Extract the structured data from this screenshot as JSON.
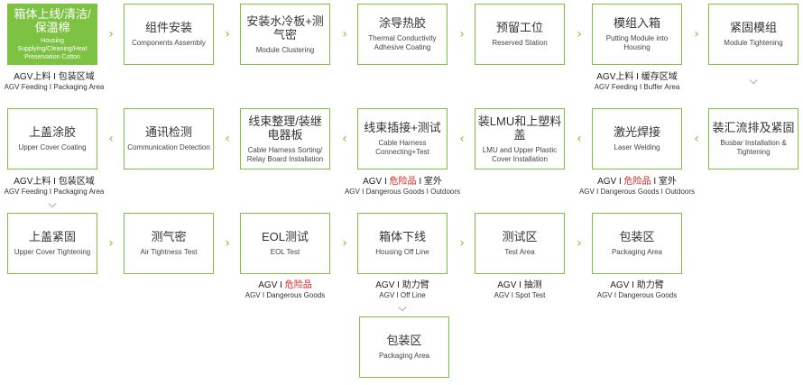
{
  "colors": {
    "accent": "#7dc242",
    "danger": "#e02020"
  },
  "boxes": [
    {
      "zh": "箱体上线/清洁/保温棉",
      "en": "Housing Supplying/Cleaning/Heat Preservation Cotton",
      "active": true
    },
    {
      "zh": "组件安装",
      "en": "Components Assembly"
    },
    {
      "zh": "安装水冷板+测气密",
      "en": "Module Clustering"
    },
    {
      "zh": "涂导热胶",
      "en": "Thermal Conductivity Adhesive Coating"
    },
    {
      "zh": "预留工位",
      "en": "Reserved Station"
    },
    {
      "zh": "模组入箱",
      "en": "Putting Module into Housing"
    },
    {
      "zh": "紧固模组",
      "en": "Module Tightening"
    },
    {
      "zh": "上盖涂胶",
      "en": "Upper Cover Coating"
    },
    {
      "zh": "通讯检测",
      "en": "Communication Detection"
    },
    {
      "zh": "线束整理/装继电器板",
      "en": "Cable Harness Sorting/ Relay Board Installation"
    },
    {
      "zh": "线束插接+测试",
      "en": "Cable Harness Connecting+Test"
    },
    {
      "zh": "装LMU和上塑料盖",
      "en": "LMU and Upper Plastic Cover Installation"
    },
    {
      "zh": "激光焊接",
      "en": "Laser Welding"
    },
    {
      "zh": "装汇流排及紧固",
      "en": "Busbar Installation & Tightening"
    },
    {
      "zh": "上盖紧固",
      "en": "Upper Cover Tightening"
    },
    {
      "zh": "测气密",
      "en": "Air Tightness Test"
    },
    {
      "zh": "EOL测试",
      "en": "EOL Test"
    },
    {
      "zh": "箱体下线",
      "en": "Housing Off Line"
    },
    {
      "zh": "测试区",
      "en": "Test Area"
    },
    {
      "zh": "包装区",
      "en": "Packaging Area"
    },
    {
      "zh": "包装区",
      "en": "Packaging Area"
    }
  ],
  "notes": [
    {
      "l1a": "AGV上料 I 包装区域",
      "red": "",
      "l1b": "",
      "l2": "AGV Feeding I Packaging Area"
    },
    {
      "l1a": "AGV上料 I 缓存区域",
      "red": "",
      "l1b": "",
      "l2": "AGV Feeding I Buffer Area"
    },
    {
      "l1a": "AGV上料 I 包装区域",
      "red": "",
      "l1b": "",
      "l2": "AGV Feeding I Packaging Area"
    },
    {
      "l1a": "AGV I ",
      "red": "危险品",
      "l1b": " I 室外",
      "l2": "AGV I Dangerous Goods I Outdoors"
    },
    {
      "l1a": "AGV I ",
      "red": "危险品",
      "l1b": " I 室外",
      "l2": "AGV I Dangerous Goods I Outdoors"
    },
    {
      "l1a": "AGV I ",
      "red": "危险品",
      "l1b": "",
      "l2": "AGV I Dangerous Goods"
    },
    {
      "l1a": "AGV I 助力臂",
      "red": "",
      "l1b": "",
      "l2": "AGV I Off Line"
    },
    {
      "l1a": "AGV I 抽测",
      "red": "",
      "l1b": "",
      "l2": "AGV I Spot Test"
    },
    {
      "l1a": "AGV I 助力臂",
      "red": "",
      "l1b": "",
      "l2": "AGV I Dangerous Goods"
    }
  ],
  "arrows": {
    "right": "›",
    "left": "‹",
    "down": "⌵"
  }
}
